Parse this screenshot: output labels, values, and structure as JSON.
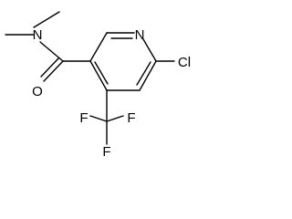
{
  "molecule": {
    "atoms": {
      "nitrogen_ring": "N",
      "nitrogen_amide": "N",
      "chlorine": "Cl",
      "oxygen": "O",
      "fluorine_1": "F",
      "fluorine_2": "F",
      "fluorine_3": "F"
    }
  }
}
